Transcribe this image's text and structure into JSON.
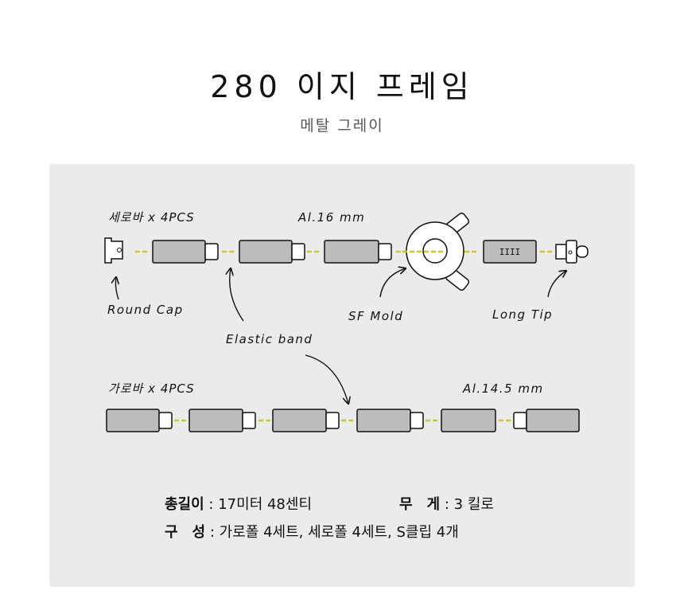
{
  "title": "280 이지 프레임",
  "subtitle": "메탈 그레이",
  "labels": {
    "vertical_bars": "세로바 x 4PCS",
    "vertical_size": "Al.16 mm",
    "round_cap": "Round Cap",
    "elastic_band": "Elastic band",
    "sf_mold": "SF Mold",
    "long_tip": "Long Tip",
    "horizontal_bars": "가로바 x 4PCS",
    "horizontal_size": "Al.14.5 mm",
    "tip_marking": "IIII"
  },
  "specs": {
    "length_label": "총길이",
    "length_value": "17미터 48센티",
    "weight_label": "무　게",
    "weight_value": "3 킬로",
    "composition_label": "구　성",
    "composition_value": "가로폴 4세트, 세로폴 4세트, S클립 4개",
    "separator": ":"
  },
  "colors": {
    "tube_fill": "#bcbcbc",
    "band_yellow": "#c8c832",
    "panel_bg": "#ebebeb"
  }
}
